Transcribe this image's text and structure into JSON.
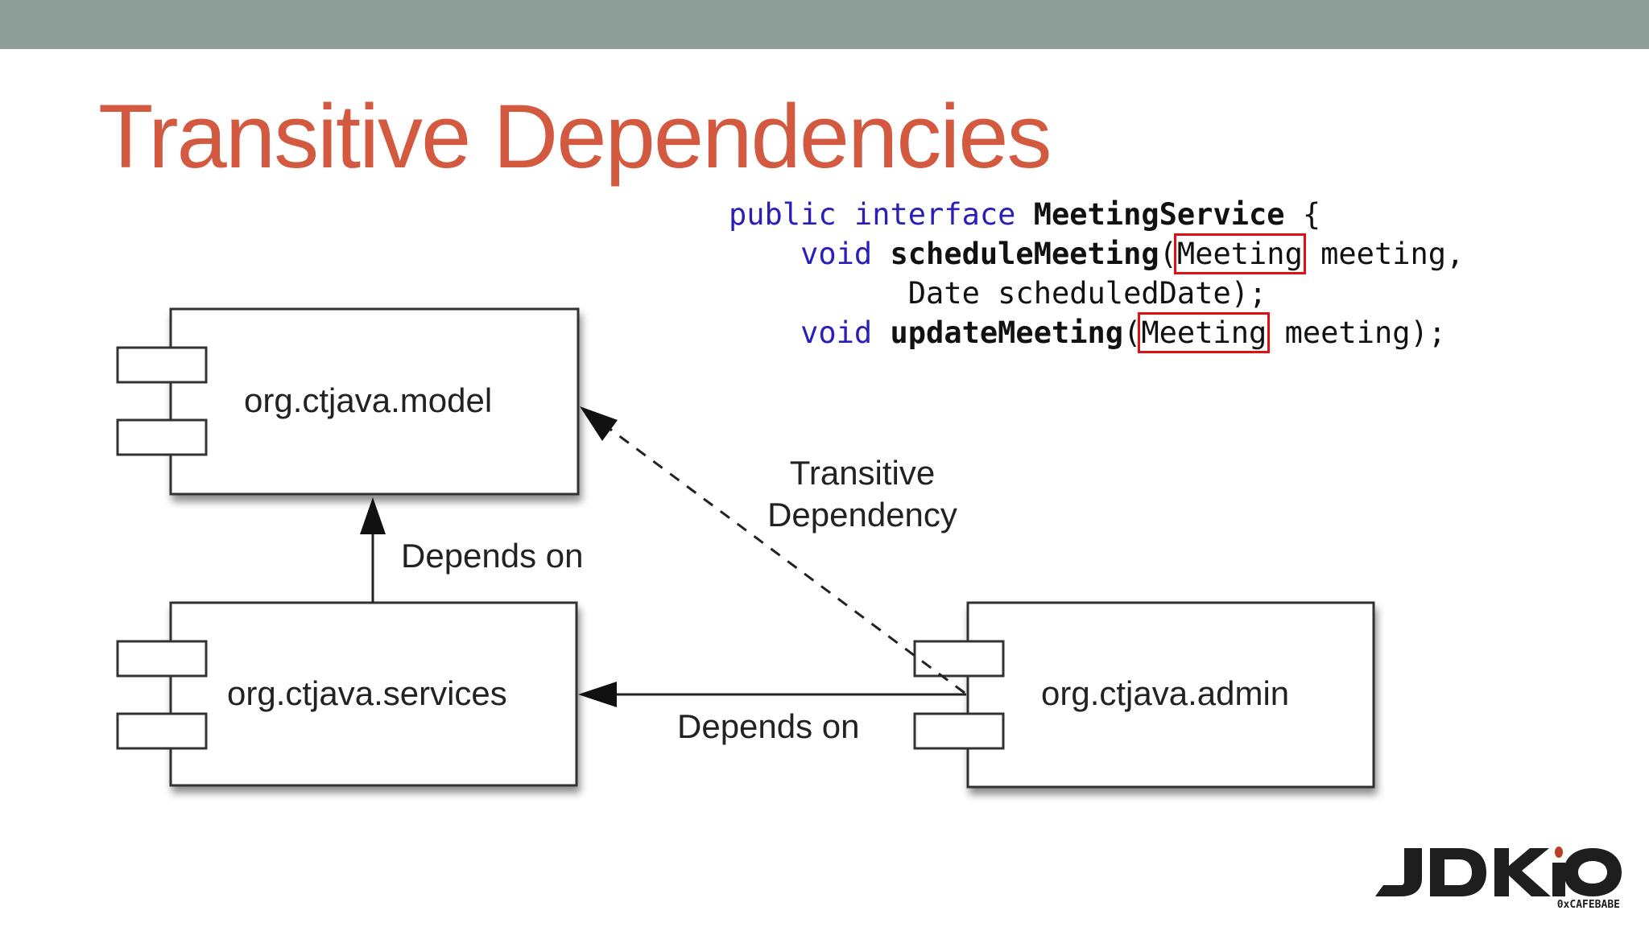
{
  "slide": {
    "title": "Transitive Dependencies"
  },
  "code": {
    "line1": {
      "kw1": "public",
      "kw2": "interface",
      "name": "MeetingService",
      "brace": "{"
    },
    "line2": {
      "indent": "    ",
      "kw": "void",
      "method": "scheduleMeeting",
      "open": "(",
      "type": "Meeting",
      "rest": " meeting,"
    },
    "line3": {
      "indent": "          ",
      "text": "Date scheduledDate);"
    },
    "line4": {
      "indent": "    ",
      "kw": "void",
      "method": "updateMeeting",
      "open": "(",
      "type": "Meeting",
      "rest": " meeting);"
    }
  },
  "diagram": {
    "nodes": {
      "model": "org.ctjava.model",
      "services": "org.ctjava.services",
      "admin": "org.ctjava.admin"
    },
    "edges": {
      "services_model": "Depends on",
      "admin_services": "Depends on",
      "admin_model_line1": "Transitive",
      "admin_model_line2": "Dependency"
    }
  },
  "logo": {
    "brand": "JDKIO",
    "tagline": "0xCAFEBABE"
  },
  "colors": {
    "top_bar": "#8f9e98",
    "title": "#d35a41",
    "keyword": "#2a1fb6",
    "highlight": "#dd1111"
  }
}
